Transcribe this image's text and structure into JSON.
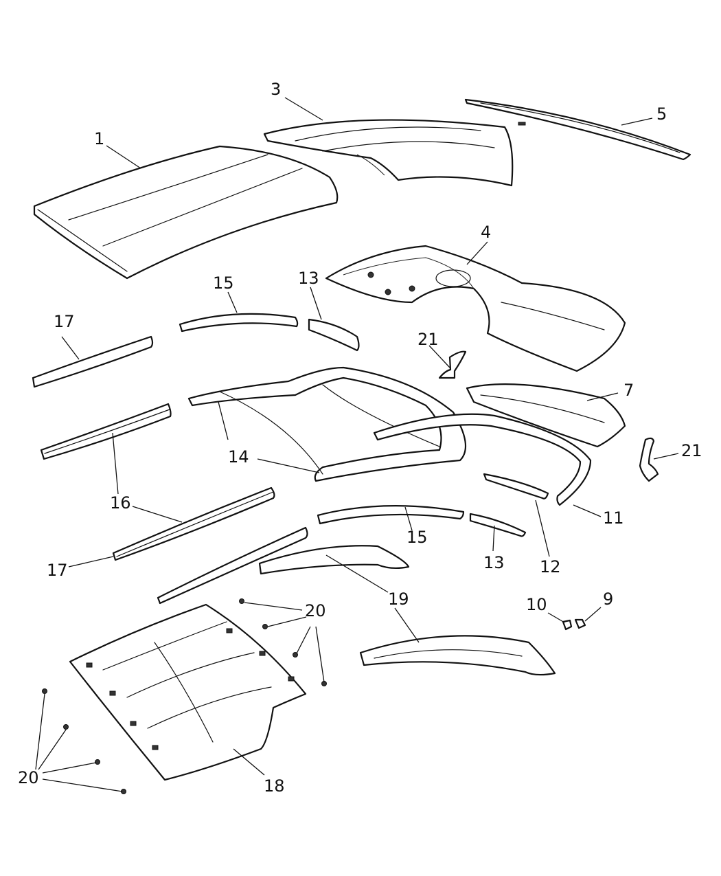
{
  "callouts": {
    "c1": "1",
    "c3": "3",
    "c4": "4",
    "c5": "5",
    "c7": "7",
    "c9": "9",
    "c10": "10",
    "c11": "11",
    "c12": "12",
    "c13a": "13",
    "c13b": "13",
    "c14": "14",
    "c15a": "15",
    "c15b": "15",
    "c16": "16",
    "c17a": "17",
    "c17b": "17",
    "c18": "18",
    "c19a": "19",
    "c20a": "20",
    "c20b": "20",
    "c21a": "21",
    "c21b": "21"
  }
}
